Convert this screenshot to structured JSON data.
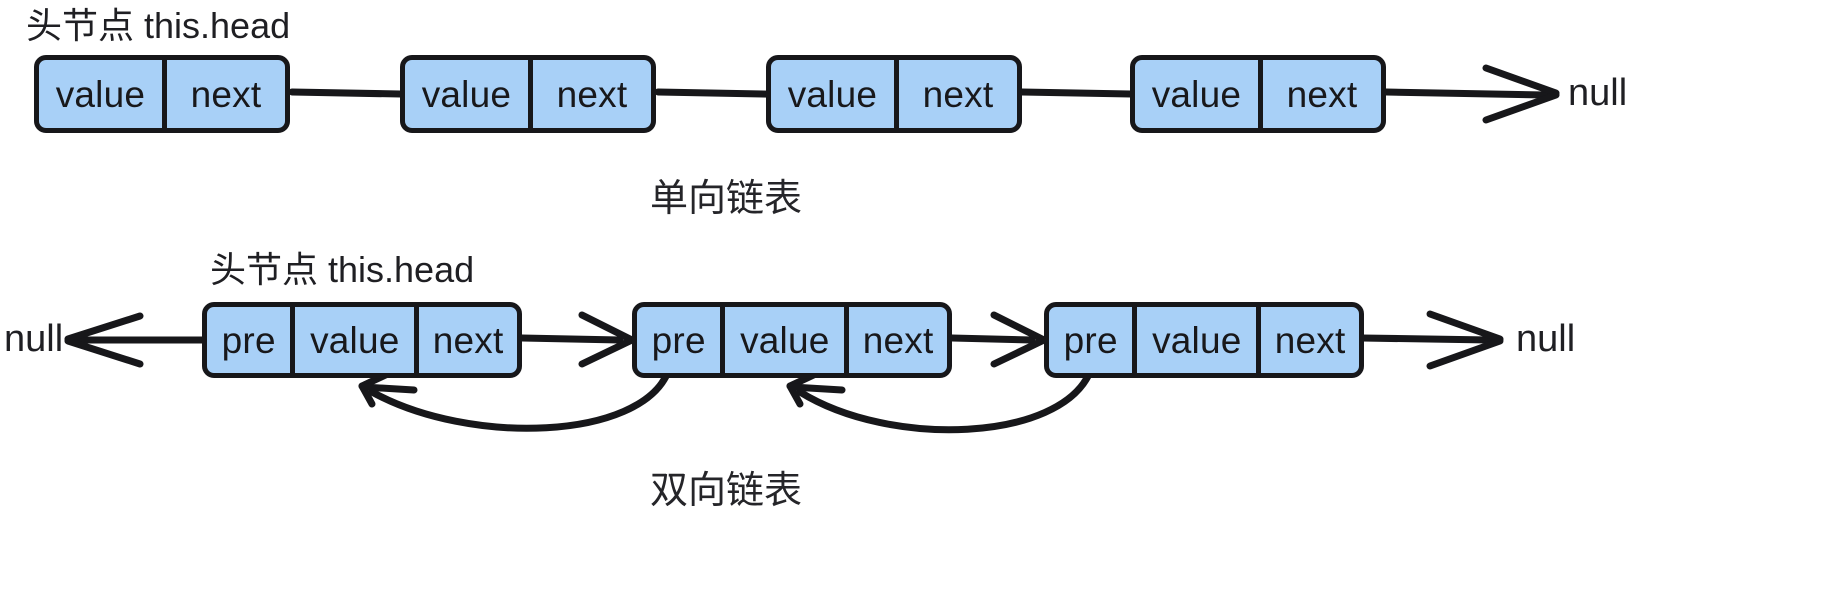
{
  "diagram": {
    "title_singly": "单向链表",
    "title_doubly": "双向链表",
    "head_pointer_label": "头节点 this.head",
    "null_label": "null",
    "colors": {
      "node_fill": "#a8d0f7",
      "stroke": "#17171a",
      "text": "#1f1f23",
      "background": "#ffffff"
    },
    "singly": {
      "caption": "单向链表",
      "head_label": "头节点 this.head",
      "cell_labels": [
        "value",
        "next"
      ],
      "nodes": [
        {
          "value_label": "value",
          "next_label": "next"
        },
        {
          "value_label": "value",
          "next_label": "next"
        },
        {
          "value_label": "value",
          "next_label": "next"
        },
        {
          "value_label": "value",
          "next_label": "next"
        }
      ],
      "tail_terminator": "null"
    },
    "doubly": {
      "caption": "双向链表",
      "head_label": "头节点 this.head",
      "cell_labels": [
        "pre",
        "value",
        "next"
      ],
      "nodes": [
        {
          "pre_label": "pre",
          "value_label": "value",
          "next_label": "next"
        },
        {
          "pre_label": "pre",
          "value_label": "value",
          "next_label": "next"
        },
        {
          "pre_label": "pre",
          "value_label": "value",
          "next_label": "next"
        }
      ],
      "head_terminator": "null",
      "tail_terminator": "null"
    }
  }
}
